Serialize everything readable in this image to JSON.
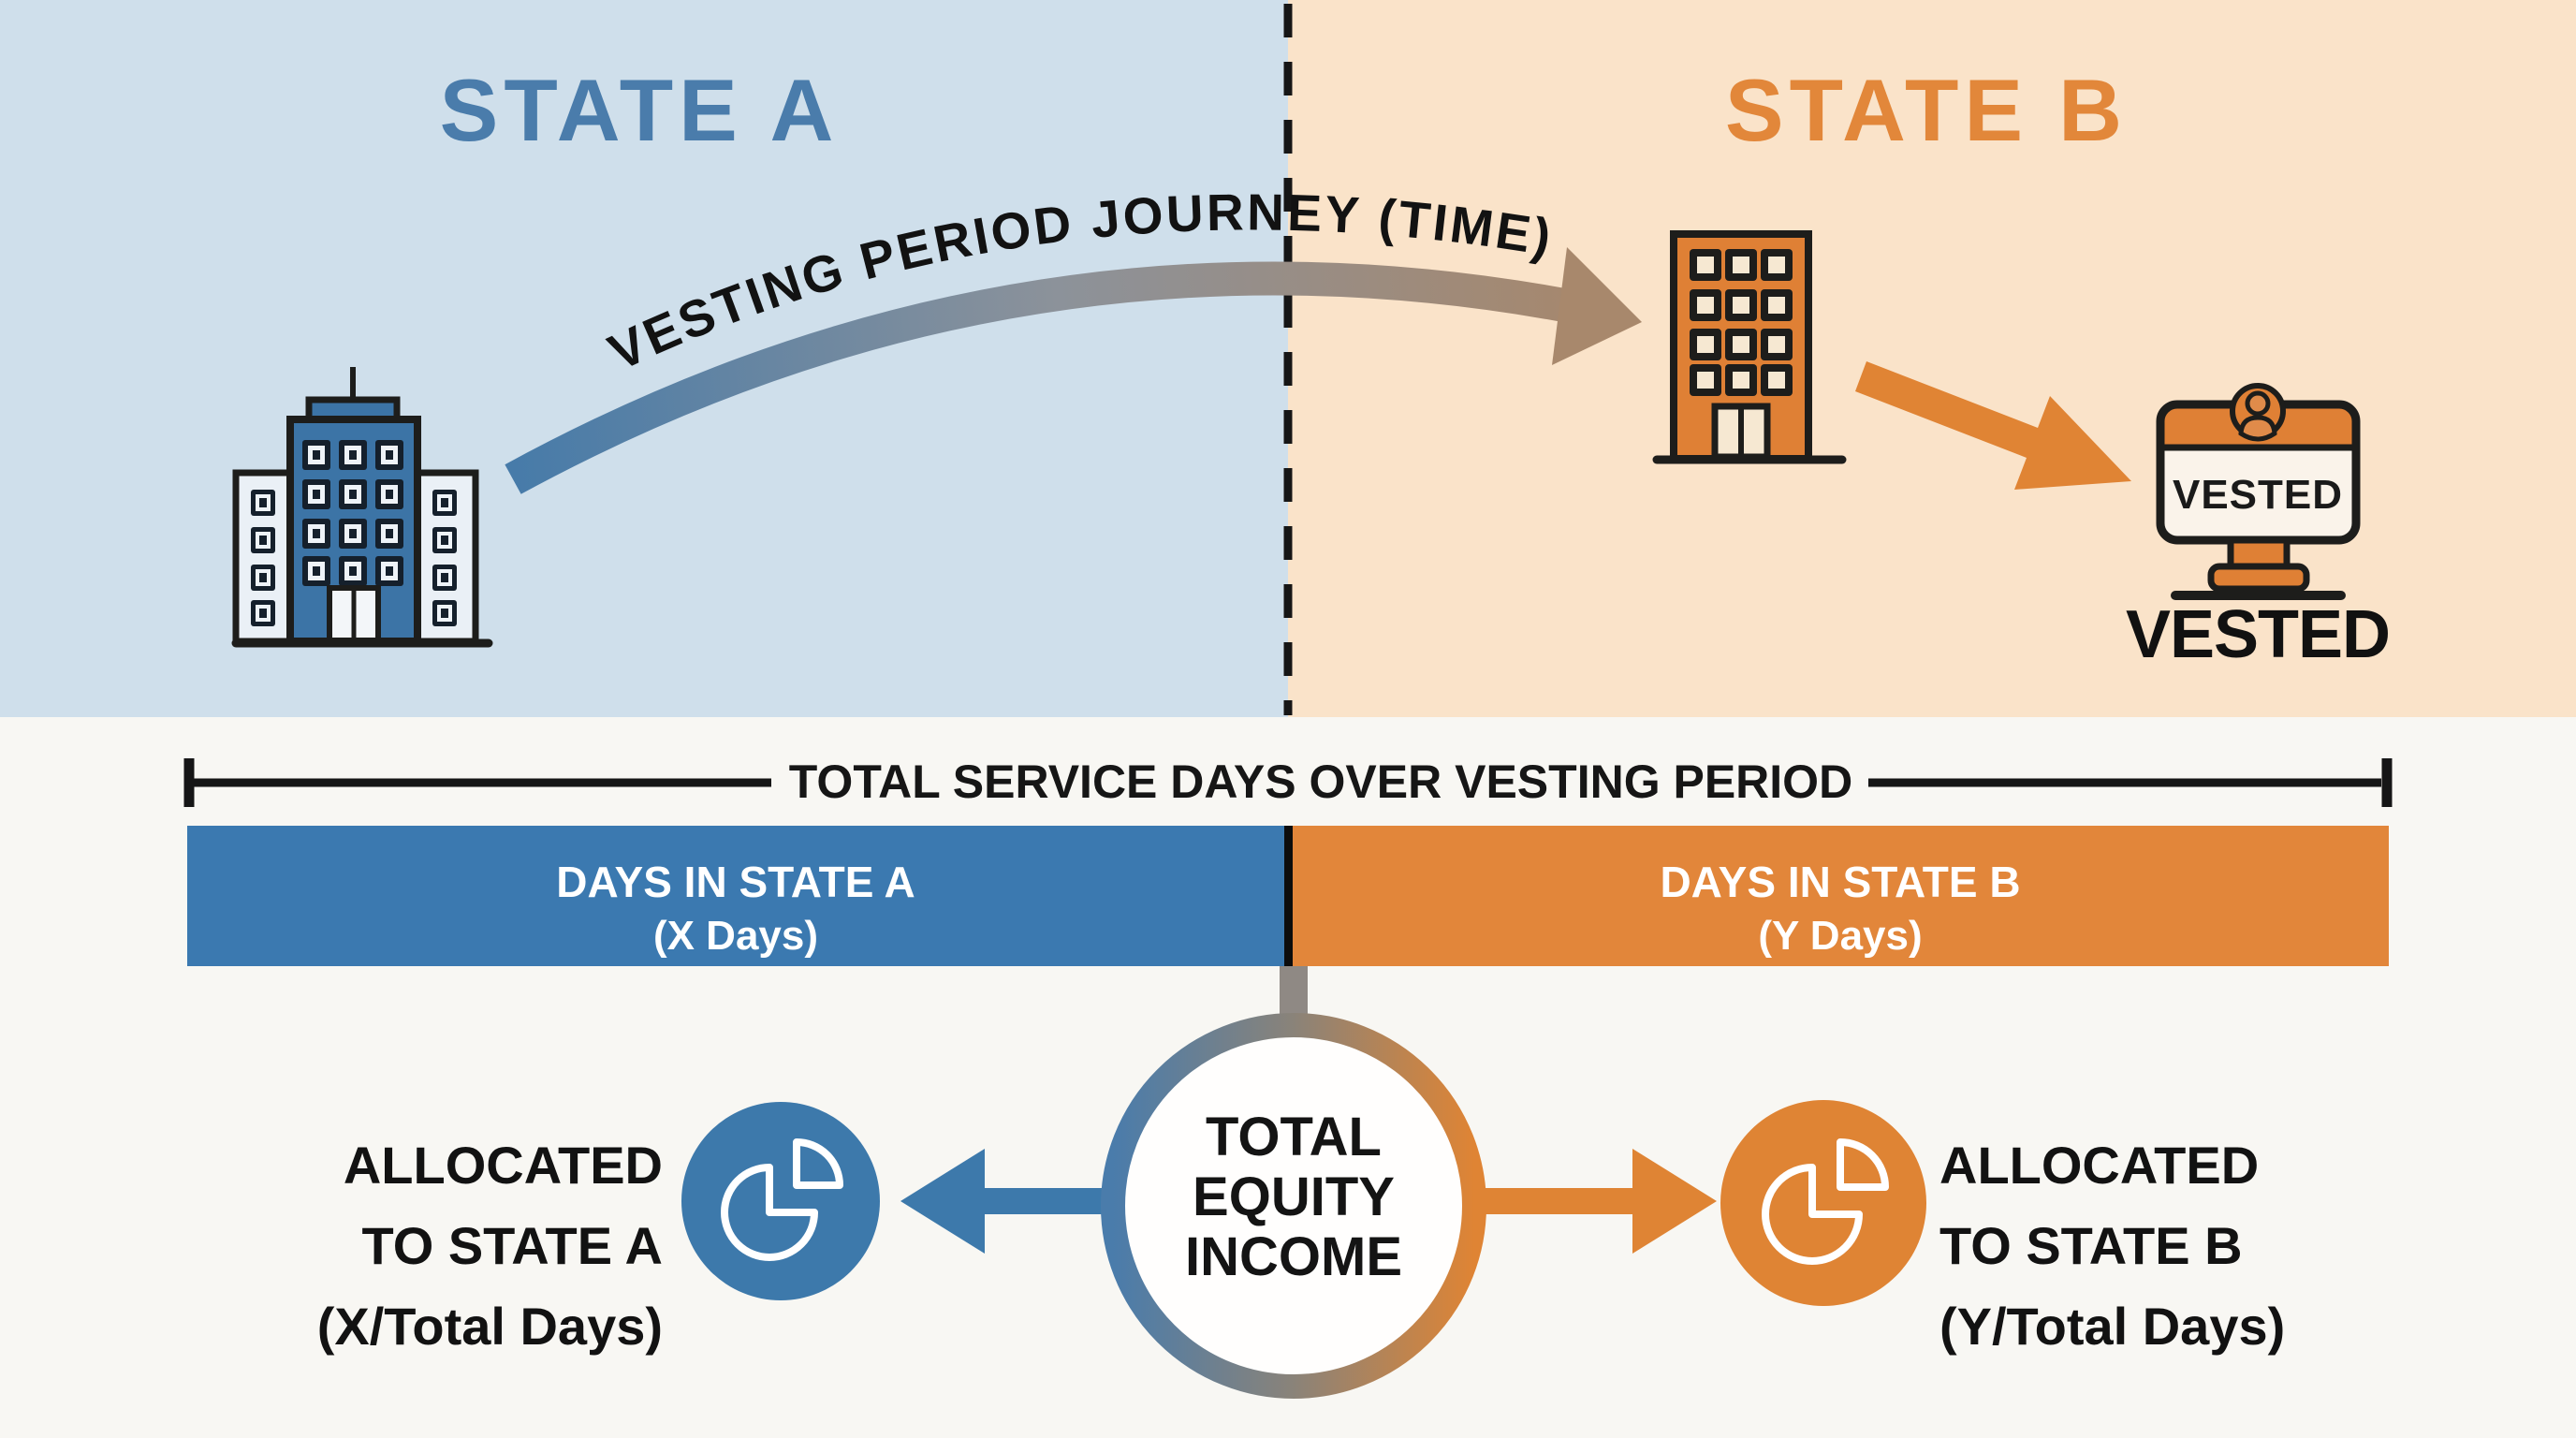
{
  "state_a": {
    "title": "STATE A"
  },
  "state_b": {
    "title": "STATE B"
  },
  "journey": {
    "label": "VESTING PERIOD JOURNEY (TIME)"
  },
  "vested": {
    "sign_text": "VESTED",
    "caption": "VESTED"
  },
  "timeline": {
    "title": "TOTAL SERVICE DAYS OVER VESTING PERIOD",
    "segment_a_line1": "DAYS IN STATE A",
    "segment_a_line2": "(X Days)",
    "segment_b_line1": "DAYS IN STATE B",
    "segment_b_line2": "(Y Days)"
  },
  "allocation": {
    "center_line1": "TOTAL",
    "center_line2": "EQUITY",
    "center_line3": "INCOME",
    "a_line1": "ALLOCATED",
    "a_line2": "TO STATE A",
    "a_line3": "(X/Total Days)",
    "b_line1": "ALLOCATED",
    "b_line2": "TO STATE B",
    "b_line3": "(Y/Total Days)"
  },
  "colors": {
    "bg_state_a": "#cfdfeb",
    "bg_state_b": "#fae3c9",
    "bg_bottom": "#f8f7f3",
    "state_a_blue": "#3d79ab",
    "state_a_title": "#4a7cab",
    "state_b_orange": "#df8434",
    "state_b_title": "#e2873a",
    "bar_blue": "#3b79b0",
    "bar_orange": "#e2863a",
    "journey_start": "#477ba9",
    "journey_end": "#a8876a",
    "connector_gray": "#8f8984",
    "outline_dark": "#1d1d1b",
    "text_black": "#161616",
    "bar_text_white": "#ffffff"
  }
}
